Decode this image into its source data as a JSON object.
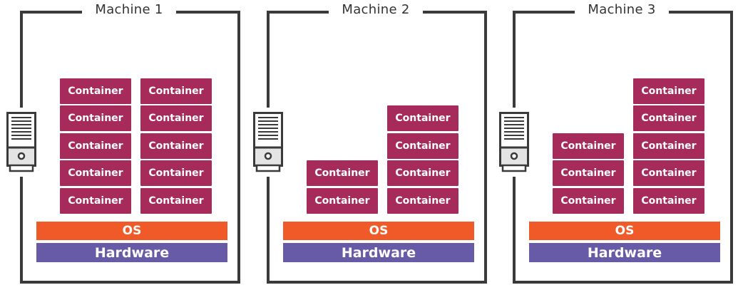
{
  "diagram": {
    "title": "Containers distributed across machines",
    "colors": {
      "container": "#A62B5A",
      "os": "#F05A28",
      "hardware": "#675BA7",
      "frame": "#3a3a3a"
    },
    "machines": [
      {
        "label": "Machine 1",
        "icon": "server-icon",
        "os_label": "OS",
        "hardware_label": "Hardware",
        "columns": [
          {
            "containers": [
              "Container",
              "Container",
              "Container",
              "Container",
              "Container"
            ]
          },
          {
            "containers": [
              "Container",
              "Container",
              "Container",
              "Container",
              "Container"
            ]
          }
        ]
      },
      {
        "label": "Machine 2",
        "icon": "server-icon",
        "os_label": "OS",
        "hardware_label": "Hardware",
        "columns": [
          {
            "containers": [
              "Container",
              "Container"
            ]
          },
          {
            "containers": [
              "Container",
              "Container",
              "Container",
              "Container"
            ]
          }
        ]
      },
      {
        "label": "Machine 3",
        "icon": "server-icon",
        "os_label": "OS",
        "hardware_label": "Hardware",
        "columns": [
          {
            "containers": [
              "Container",
              "Container",
              "Container"
            ]
          },
          {
            "containers": [
              "Container",
              "Container",
              "Container",
              "Container",
              "Container"
            ]
          }
        ]
      }
    ]
  }
}
